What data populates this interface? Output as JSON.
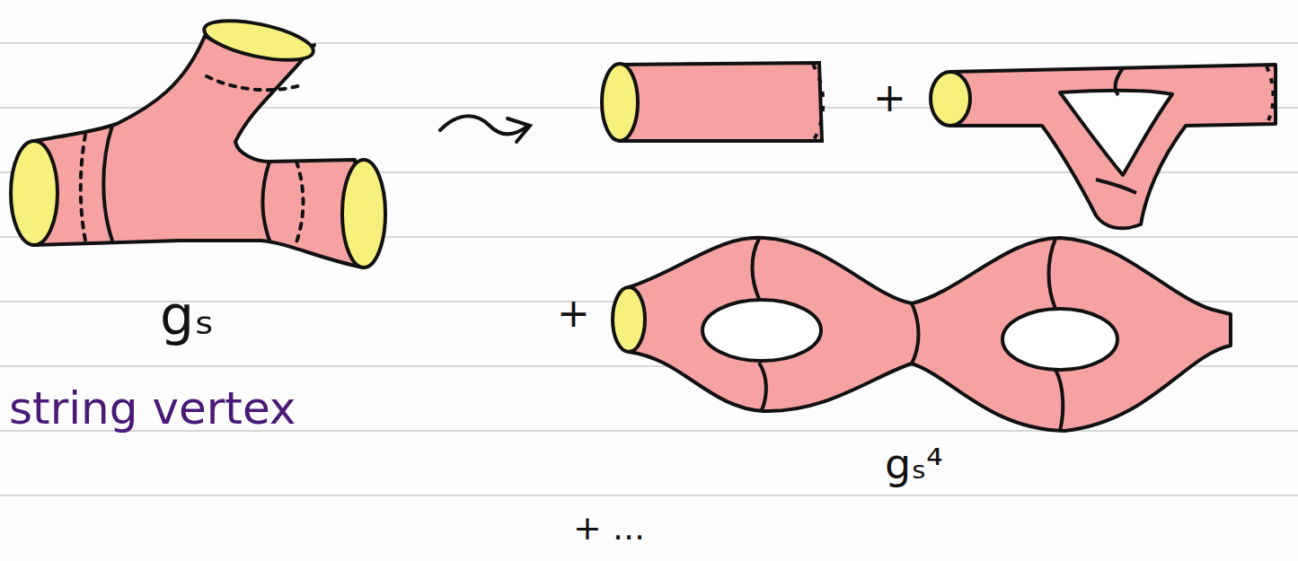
{
  "diagram": {
    "labels": [
      "+",
      "gₛ",
      "+",
      "string vertex",
      "gₛ⁴",
      "+ ..."
    ]
  }
}
